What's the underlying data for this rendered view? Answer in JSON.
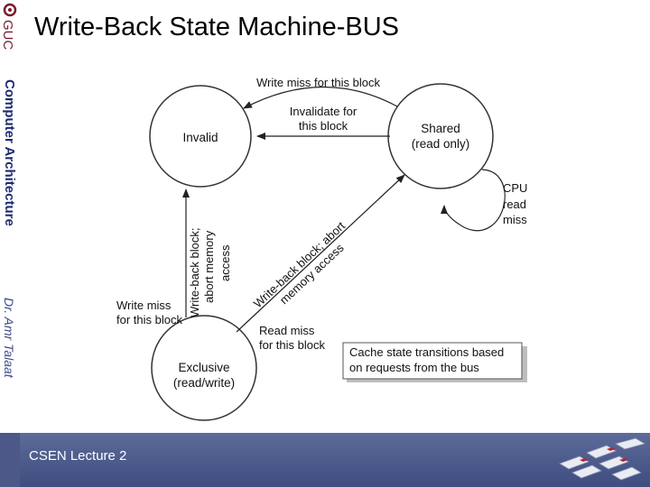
{
  "slide": {
    "title": "Write-Back State Machine-BUS",
    "logo_text": "GUC",
    "side_course": "Computer Architecture",
    "side_author": "Dr. Amr Talaat",
    "footer_label": "CSEN Lecture  2"
  },
  "diagram": {
    "states": {
      "invalid": "Invalid",
      "shared_1": "Shared",
      "shared_2": "(read only)",
      "exclusive_1": "Exclusive",
      "exclusive_2": "(read/write)"
    },
    "edges": {
      "write_miss_block": "Write miss for this block",
      "invalidate_1": "Invalidate for",
      "invalidate_2": "this block",
      "cpu_read_miss_1": "CPU",
      "cpu_read_miss_2": "read",
      "cpu_read_miss_3": "miss",
      "wb_abort_1": "Write-back block;",
      "wb_abort_2": "abort memory",
      "wb_abort_3": "access",
      "wb_abort_diag_1": "Write-back block; abort",
      "wb_abort_diag_2": "memory access",
      "write_miss_left_1": "Write miss",
      "write_miss_left_2": "for this block",
      "read_miss_1": "Read miss",
      "read_miss_2": "for this block"
    },
    "note_1": "Cache state transitions based",
    "note_2": "on requests from the bus"
  }
}
